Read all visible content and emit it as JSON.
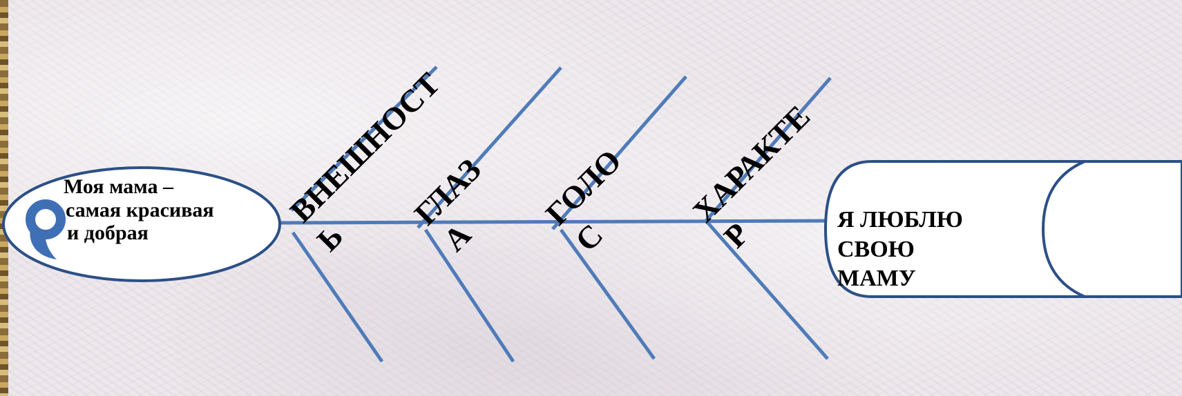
{
  "head": {
    "line1": "Моя мама –",
    "line2": "самая  красивая",
    "line3": "и добрая"
  },
  "bones": [
    {
      "label": "ВНЕШНОСТ",
      "tail": "Ь"
    },
    {
      "label": "ГЛАЗ",
      "tail": "А"
    },
    {
      "label": "ГОЛО",
      "tail": "С"
    },
    {
      "label": "ХАРАКТЕ",
      "tail": "Р"
    }
  ],
  "tail": {
    "line1": "Я ЛЮБЛЮ",
    "line2": "СВОЮ",
    "line3": "МАМУ"
  },
  "colors": {
    "line": "#4f7bb8",
    "outline": "#2c4f86",
    "fill": "#ffffff",
    "accent": "#3f6fb5"
  },
  "icons": {
    "head_badge": "swirl-badge-icon"
  }
}
